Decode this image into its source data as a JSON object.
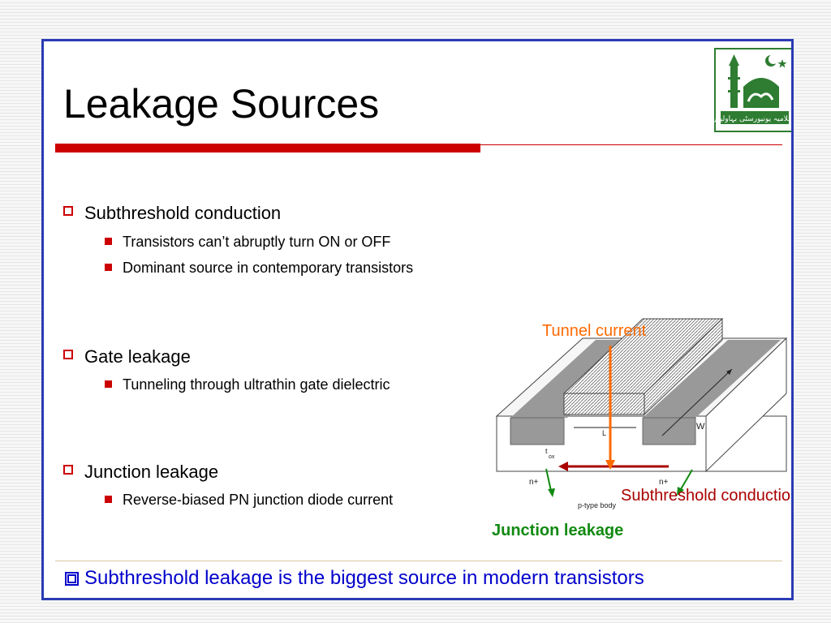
{
  "slide": {
    "title": "Leakage Sources",
    "bullets": [
      {
        "text": "Subthreshold conduction",
        "sub": [
          "Transistors can’t abruptly turn ON or OFF",
          "Dominant source in contemporary transistors"
        ]
      },
      {
        "text": "Gate leakage",
        "sub": [
          "Tunneling through ultrathin gate dielectric"
        ]
      },
      {
        "text": "Junction leakage",
        "sub": [
          "Reverse-biased PN junction diode current"
        ]
      }
    ],
    "summary": "Subthreshold leakage is the biggest source in modern transistors"
  },
  "diagram": {
    "tunnel_label": "Tunnel current",
    "subthreshold_label": "Subthreshold conduction",
    "junction_label": "Junction leakage",
    "body_label": "p-type body",
    "source_label": "n+",
    "drain_label": "n+",
    "width_label": "W",
    "length_label": "L",
    "tox_label": "t",
    "tox_sub": "ox"
  },
  "logo": {
    "caption": "اسلامیہ یونیورسٹی بہاولپور"
  },
  "colors": {
    "accent_red": "#cc0000",
    "frame_blue": "#2a3bb3",
    "summary_blue": "#0000cc",
    "tunnel_orange": "#ff6a00",
    "subthreshold_red": "#aa0000",
    "junction_green": "#118a11",
    "logo_green": "#2e7d32"
  }
}
